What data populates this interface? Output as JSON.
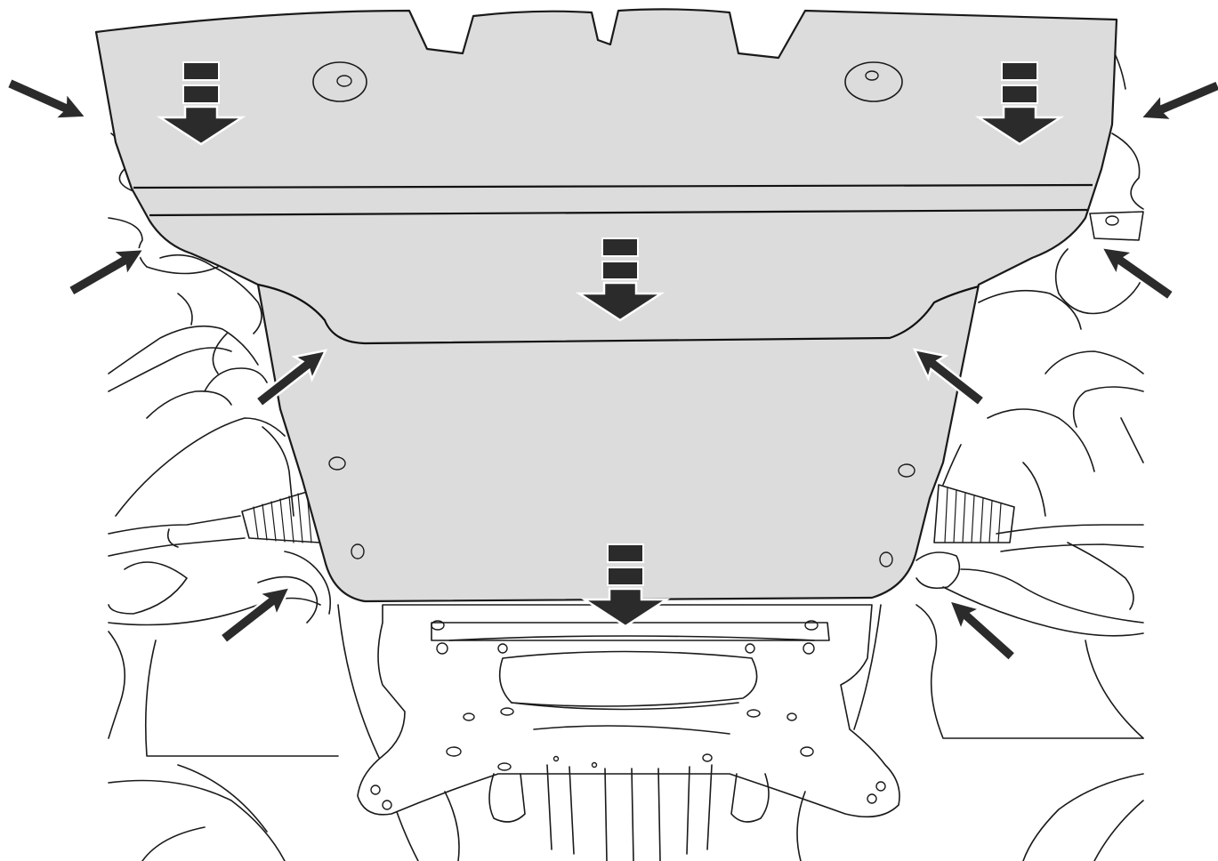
{
  "diagram": {
    "accent_colors": {
      "skid_plate_fill": "#dcdcdc",
      "arrow_fill": "#2b2b2b",
      "line_color": "#1a1a1a"
    },
    "fastener_arrows": {
      "count": 8,
      "icon": "fastener-pointer-arrow"
    },
    "removal_direction_arrows": {
      "count": 4,
      "direction": "down",
      "icon": "removal-direction-arrow"
    }
  }
}
